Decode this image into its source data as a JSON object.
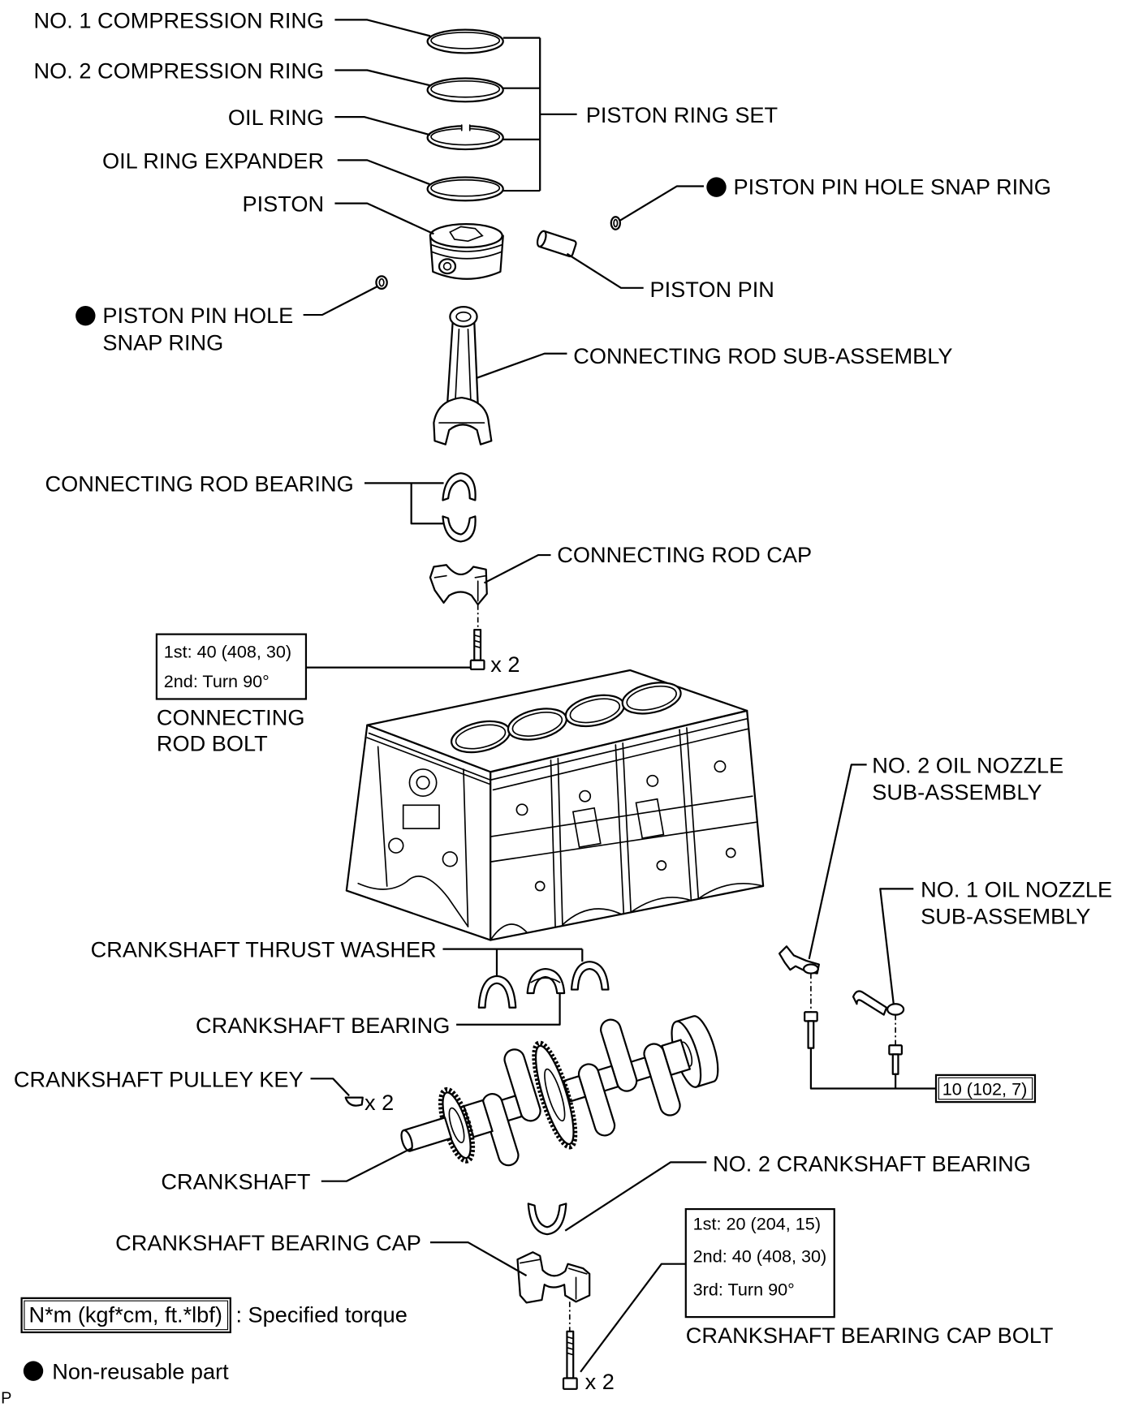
{
  "labels": {
    "no1_compression_ring": "NO. 1 COMPRESSION RING",
    "no2_compression_ring": "NO. 2 COMPRESSION RING",
    "oil_ring": "OIL RING",
    "oil_ring_expander": "OIL RING EXPANDER",
    "piston": "PISTON",
    "piston_ring_set": "PISTON RING SET",
    "piston_pin_hole_snap_ring_right": "PISTON PIN HOLE SNAP RING",
    "piston_pin": "PISTON PIN",
    "piston_pin_hole_snap_ring_left": [
      "PISTON PIN HOLE",
      "SNAP RING"
    ],
    "connecting_rod_sub_assembly": "CONNECTING ROD SUB-ASSEMBLY",
    "connecting_rod_bearing": "CONNECTING ROD BEARING",
    "connecting_rod_cap": "CONNECTING ROD CAP",
    "connecting_rod_bolt": [
      "CONNECTING",
      "ROD BOLT"
    ],
    "no2_oil_nozzle": [
      "NO. 2 OIL NOZZLE",
      "SUB-ASSEMBLY"
    ],
    "no1_oil_nozzle": [
      "NO. 1 OIL NOZZLE",
      "SUB-ASSEMBLY"
    ],
    "crankshaft_thrust_washer": "CRANKSHAFT THRUST WASHER",
    "crankshaft_bearing": "CRANKSHAFT BEARING",
    "crankshaft_pulley_key": "CRANKSHAFT PULLEY KEY",
    "crankshaft": "CRANKSHAFT",
    "no2_crankshaft_bearing": "NO. 2 CRANKSHAFT BEARING",
    "crankshaft_bearing_cap": "CRANKSHAFT BEARING CAP",
    "crankshaft_bearing_cap_bolt": "CRANKSHAFT BEARING CAP BOLT"
  },
  "quantities": {
    "connecting_rod_bolt": "x 2",
    "crankshaft_pulley_key": "x 2",
    "crankshaft_bearing_cap_bolt": "x 2"
  },
  "torque": {
    "connecting_rod_bolt": [
      "1st: 40 (408, 30)",
      "2nd: Turn 90°"
    ],
    "oil_nozzle_bolt": [
      "10 (102, 7)"
    ],
    "crankshaft_bearing_cap_bolt": [
      "1st: 20 (204, 15)",
      "2nd: 40 (408, 30)",
      "3rd: Turn 90°"
    ]
  },
  "legend": {
    "torque_unit": "N*m (kgf*cm, ft.*lbf)",
    "torque_desc": ": Specified torque",
    "non_reusable": "Non-reusable part",
    "non_reusable_icon": "filled-circle-icon"
  },
  "corner_mark": "P",
  "colors": {
    "ink": "#000000",
    "paper": "#ffffff"
  }
}
